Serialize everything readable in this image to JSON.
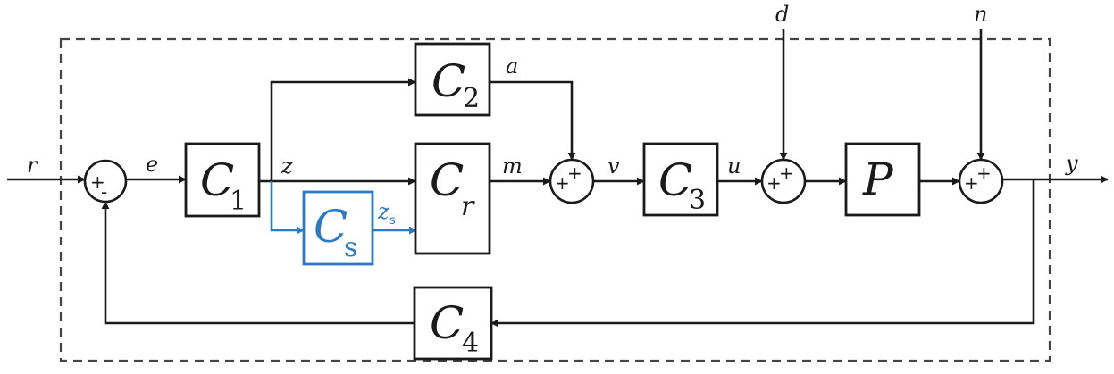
{
  "blocks": {
    "c1": {
      "letter": "C",
      "sub": "1"
    },
    "c2": {
      "letter": "C",
      "sub": "2"
    },
    "cr": {
      "letter": "C",
      "sub": "r"
    },
    "cs": {
      "letter": "C",
      "sub": "s"
    },
    "c3": {
      "letter": "C",
      "sub": "3"
    },
    "c4": {
      "letter": "C",
      "sub": "4"
    },
    "plant": {
      "letter": "P"
    }
  },
  "signals": {
    "r": "r",
    "e": "e",
    "z": "z",
    "zs": "z",
    "zs_sub": "s",
    "a": "a",
    "m": "m",
    "v": "v",
    "u": "u",
    "d": "d",
    "n": "n",
    "y": "y"
  },
  "sum_signs": {
    "plus": "+",
    "minus": "-"
  },
  "colors": {
    "line": "#1a1a1a",
    "accent": "#2a7bc4"
  }
}
